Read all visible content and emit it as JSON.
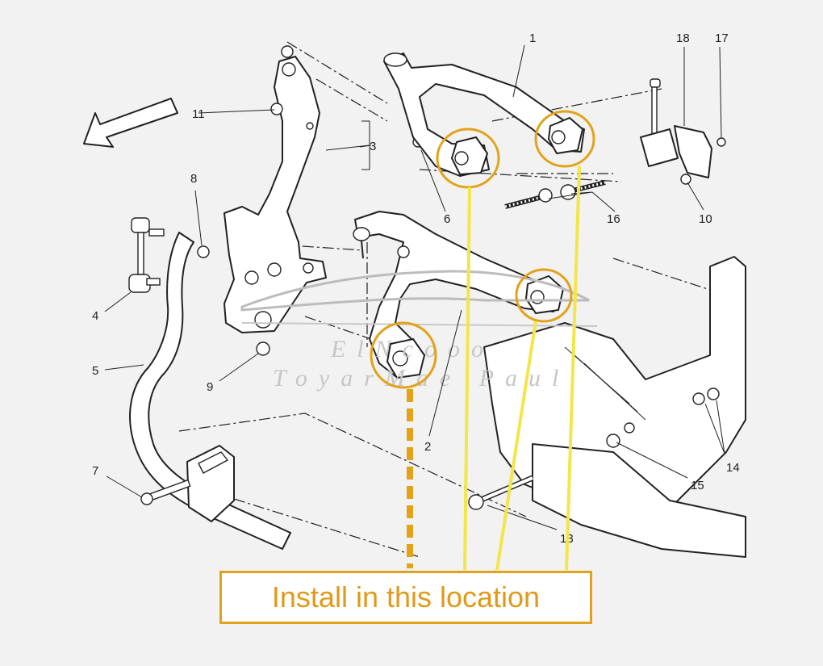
{
  "diagram": {
    "part_numbers": [
      "1",
      "2",
      "3",
      "4",
      "5",
      "6",
      "7",
      "8",
      "9",
      "10",
      "11",
      "13",
      "14",
      "15",
      "16",
      "17",
      "18"
    ],
    "callout_text": "Install in this location",
    "watermark_lines": [
      "ElNcooo",
      "ToyarMae Paul"
    ],
    "colors": {
      "highlight": "#e2a21a",
      "guide_line": "#f2e64a",
      "background": "#f2f2f2"
    }
  }
}
